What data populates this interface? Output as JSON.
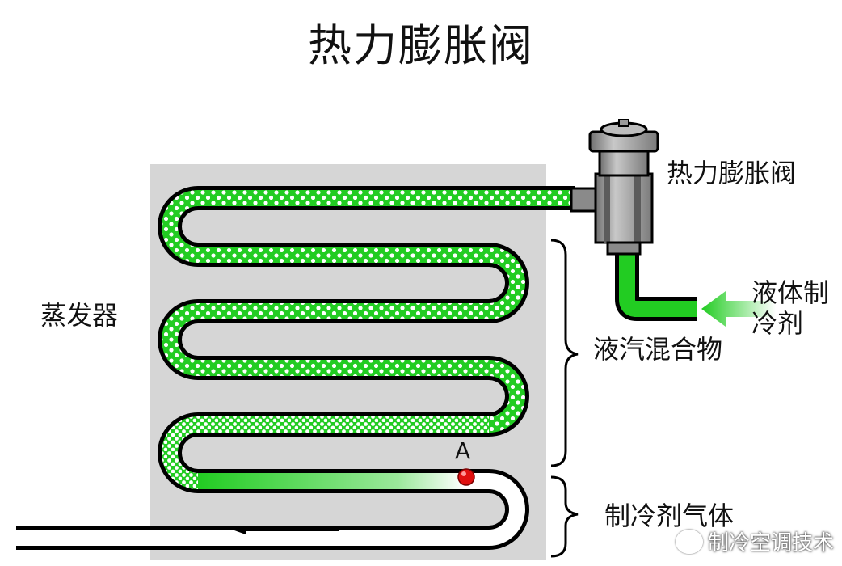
{
  "title": "热力膨胀阀",
  "labels": {
    "valve": "热力膨胀阀",
    "evaporator": "蒸发器",
    "liquid_refrigerant_line1": "液体制",
    "liquid_refrigerant_line2": "冷剂",
    "mixture": "液汽混合物",
    "gas": "制冷剂气体",
    "point_a": "A"
  },
  "watermark": "制冷空调技术",
  "colors": {
    "refrigerant_green": "#22cc22",
    "evaporator_panel": "#d6d6d6",
    "valve_gray": "#9a9a9a",
    "sensing_point_red": "#e01010"
  }
}
